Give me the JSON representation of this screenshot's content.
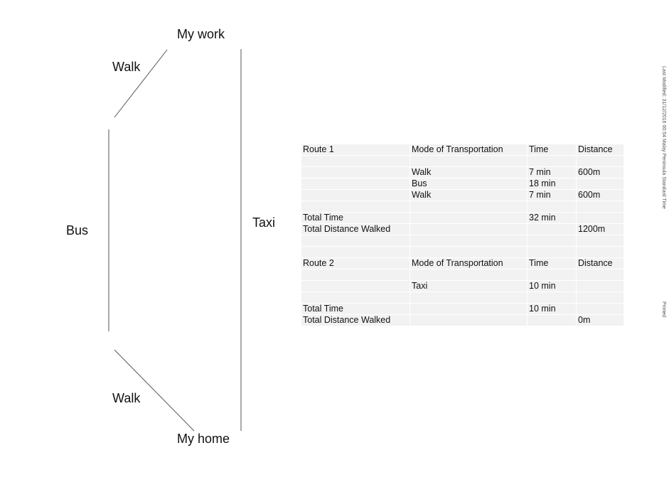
{
  "diagram": {
    "labels": {
      "work": "My work",
      "home": "My home",
      "walk_top": "Walk",
      "walk_bottom": "Walk",
      "bus": "Bus",
      "taxi": "Taxi"
    }
  },
  "table": {
    "rows": [
      [
        "Route 1",
        "Mode of Transportation",
        "Time",
        "Distance"
      ],
      [
        "",
        "",
        "",
        ""
      ],
      [
        "",
        "Walk",
        "7 min",
        "600m"
      ],
      [
        "",
        "Bus",
        "18 min",
        ""
      ],
      [
        "",
        "Walk",
        "7 min",
        "600m"
      ],
      [
        "",
        "",
        "",
        ""
      ],
      [
        "Total Time",
        "",
        "32 min",
        ""
      ],
      [
        "Total Distance Walked",
        "",
        "",
        "1200m"
      ],
      [
        "",
        "",
        "",
        ""
      ],
      [
        "",
        "",
        "",
        ""
      ],
      [
        "Route 2",
        "Mode of Transportation",
        "Time",
        "Distance"
      ],
      [
        "",
        "",
        "",
        ""
      ],
      [
        "",
        "Taxi",
        "10 min",
        ""
      ],
      [
        "",
        "",
        "",
        ""
      ],
      [
        "Total Time",
        "",
        "10 min",
        ""
      ],
      [
        "Total Distance Walked",
        "",
        "",
        "0m"
      ]
    ]
  },
  "side": {
    "modified": "Last Modified: 31/12/2016 00:54 Malay Peninsula Standard Time",
    "printed": "Printed"
  }
}
